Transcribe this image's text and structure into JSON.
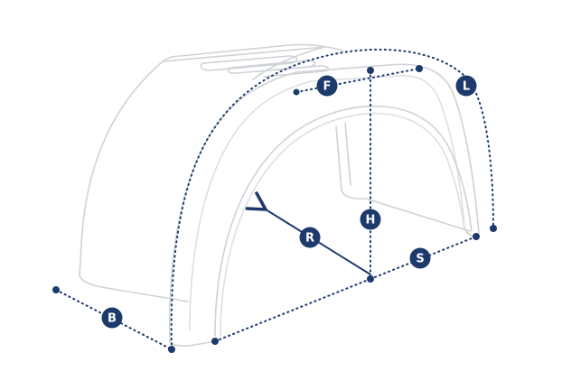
{
  "colors": {
    "outline": "#cfd2d6",
    "inner_outline": "#dcdfe3",
    "accent": "#1c3a6b",
    "badge_text": "#ffffff"
  },
  "labels": {
    "B": "B",
    "F": "F",
    "H": "H",
    "L": "L",
    "R": "R",
    "S": "S"
  }
}
